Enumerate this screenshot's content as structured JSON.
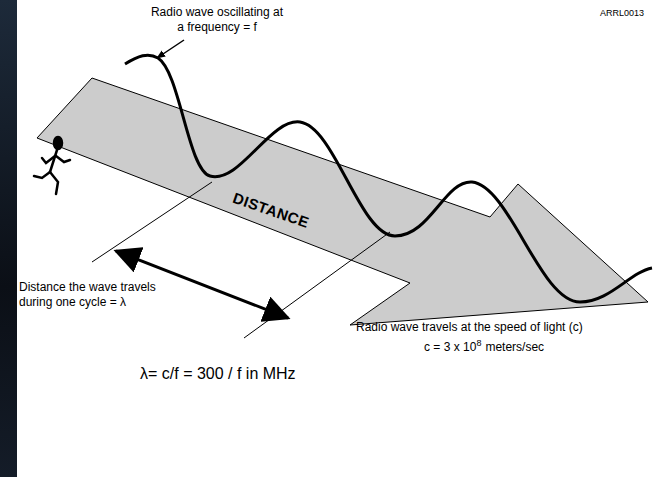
{
  "diagram": {
    "nodes": [
      {
        "text": [
          "DISTANCE"
        ]
      }
    ],
    "labels": [
      "Radio wave oscillating at a frequency = f",
      "ARRL0013",
      "Distance the wave travels during one cycle = λ",
      "Radio wave travels at the speed of light (c)",
      "c = 3 x 10",
      "8",
      "meters/sec",
      "λ= c/f = 300 / f in MHz"
    ]
  }
}
